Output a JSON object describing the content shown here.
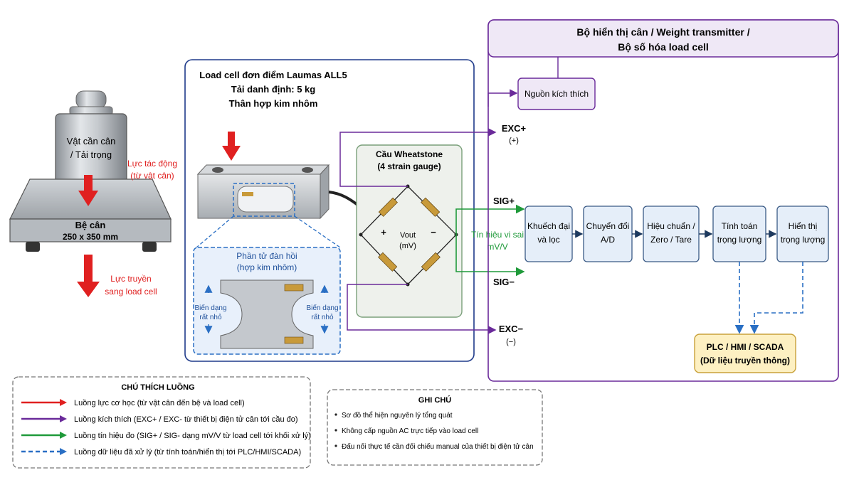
{
  "scale": {
    "weight_label_1": "Vật cần cân",
    "weight_label_2": "/ Tải trọng",
    "force_label_1": "Lực tác động",
    "force_label_2": "(từ vật cân)",
    "platform_label_1": "Bệ cân",
    "platform_label_2": "250 x 350 mm",
    "transfer_label_1": "Lực truyền",
    "transfer_label_2": "sang load cell"
  },
  "loadcell": {
    "title_1": "Load cell đơn điểm Laumas ALL5",
    "title_2": "Tải danh định: 5 kg",
    "title_3": "Thân hợp kim nhôm",
    "elastic_title_1": "Phần tử đàn hồi",
    "elastic_title_2": "(hợp kim nhôm)",
    "deform_left_1": "Biến dạng",
    "deform_left_2": "rất nhỏ",
    "deform_right_1": "Biến dạng",
    "deform_right_2": "rất nhỏ"
  },
  "bridge": {
    "title_1": "Cầu Wheatstone",
    "title_2": "(4 strain gauge)",
    "plus": "+",
    "minus": "−",
    "vout_1": "Vout",
    "vout_2": "(mV)"
  },
  "signals": {
    "exc_plus_1": "EXC+",
    "exc_plus_2": "(+)",
    "sig_plus": "SIG+",
    "sig_minus": "SIG−",
    "exc_minus_1": "EXC−",
    "exc_minus_2": "(−)",
    "diff_1": "Tín hiệu vi sai",
    "diff_2": "mV/V"
  },
  "transmitter": {
    "title_1": "Bộ hiển thị cân / Weight transmitter /",
    "title_2": "Bộ số hóa load cell",
    "excitation": "Nguồn kích thích",
    "blocks": [
      {
        "l1": "Khuếch đại",
        "l2": "và lọc"
      },
      {
        "l1": "Chuyển đổi",
        "l2": "A/D"
      },
      {
        "l1": "Hiệu chuẩn /",
        "l2": "Zero / Tare"
      },
      {
        "l1": "Tính toán",
        "l2": "trọng lượng"
      },
      {
        "l1": "Hiển thị",
        "l2": "trọng lượng"
      }
    ],
    "plc_1": "PLC / HMI / SCADA",
    "plc_2": "(Dữ liệu truyền thông)"
  },
  "legend": {
    "title": "CHÚ THÍCH LUỒNG",
    "items": [
      {
        "text": "Luồng lực cơ học (từ vật cân đến bệ và load cell)",
        "color": "#e02020"
      },
      {
        "text": "Luồng kích thích (EXC+ / EXC- từ thiết bị điện tử cân tới cầu đo)",
        "color": "#6a2a9a"
      },
      {
        "text": "Luồng tín hiệu đo (SIG+ / SIG- dạng mV/V từ load cell tới khối xử lý)",
        "color": "#1f9a3a"
      },
      {
        "text": "Luồng dữ liệu đã xử lý (từ tính toán/hiển thị tới PLC/HMI/SCADA)",
        "color": "#2a6fc4"
      }
    ]
  },
  "notes": {
    "title": "GHI CHÚ",
    "items": [
      "Sơ đồ thể hiện nguyên lý tổng quát",
      "Không cấp nguồn AC trực tiếp vào load cell",
      "Đấu nối thực tế cần đối chiếu manual của thiết bị điện tử cân"
    ]
  },
  "colors": {
    "force": "#e02020",
    "excitation": "#6a2a9a",
    "signal": "#1f9a3a",
    "data": "#2a6fc4",
    "loadcell_frame": "#1e3a8a",
    "transmitter_frame": "#6a2a9a"
  }
}
